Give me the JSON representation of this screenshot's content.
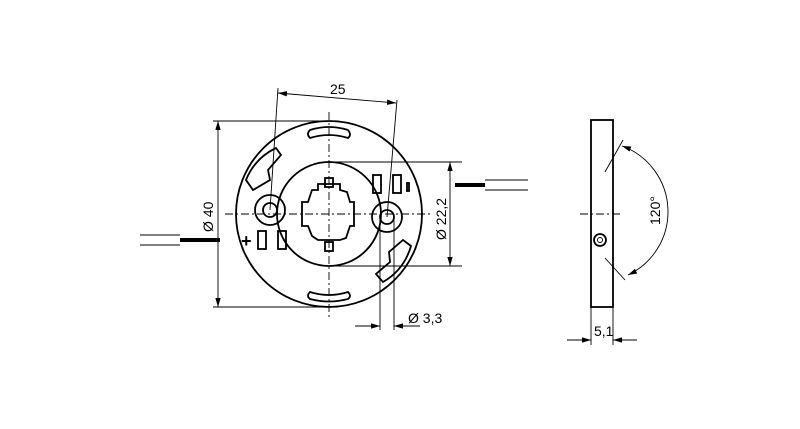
{
  "drawing": {
    "dims": {
      "pitch": "25",
      "outer_diameter": "Ø 40",
      "inner_diameter": "Ø 22,2",
      "hole_diameter": "Ø 3,3",
      "angle": "120°",
      "thickness": "5,1"
    },
    "polarity_mark": "+"
  }
}
